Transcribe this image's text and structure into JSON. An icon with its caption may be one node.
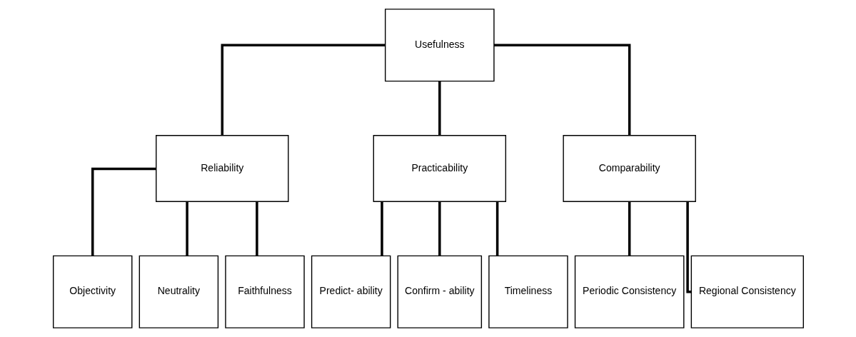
{
  "diagram": {
    "nodes": [
      {
        "text": [
          "Usefulness"
        ]
      },
      {
        "text": [
          "Reliability"
        ]
      },
      {
        "text": [
          "Practicability"
        ]
      },
      {
        "text": [
          "Comparability"
        ]
      },
      {
        "text": [
          "Objectivity"
        ]
      },
      {
        "text": [
          "Neutrality"
        ]
      },
      {
        "text": [
          "Faithfulness"
        ]
      },
      {
        "text": [
          "Predict- ability"
        ]
      },
      {
        "text": [
          "Confirm - ability"
        ]
      },
      {
        "text": [
          "Timeliness"
        ]
      },
      {
        "text": [
          "Periodic Consistency"
        ]
      },
      {
        "text": [
          "Regional Consistency"
        ]
      }
    ],
    "edges": [
      {
        "from": 0,
        "to": 1,
        "arrow": "none"
      },
      {
        "from": 0,
        "to": 2,
        "arrow": "none"
      },
      {
        "from": 0,
        "to": 3,
        "arrow": "none"
      },
      {
        "from": 1,
        "to": 4,
        "arrow": "none"
      },
      {
        "from": 1,
        "to": 5,
        "arrow": "none"
      },
      {
        "from": 1,
        "to": 6,
        "arrow": "none"
      },
      {
        "from": 2,
        "to": 7,
        "arrow": "none"
      },
      {
        "from": 2,
        "to": 8,
        "arrow": "none"
      },
      {
        "from": 2,
        "to": 9,
        "arrow": "none"
      },
      {
        "from": 3,
        "to": 10,
        "arrow": "none"
      },
      {
        "from": 3,
        "to": 11,
        "arrow": "none"
      }
    ]
  }
}
